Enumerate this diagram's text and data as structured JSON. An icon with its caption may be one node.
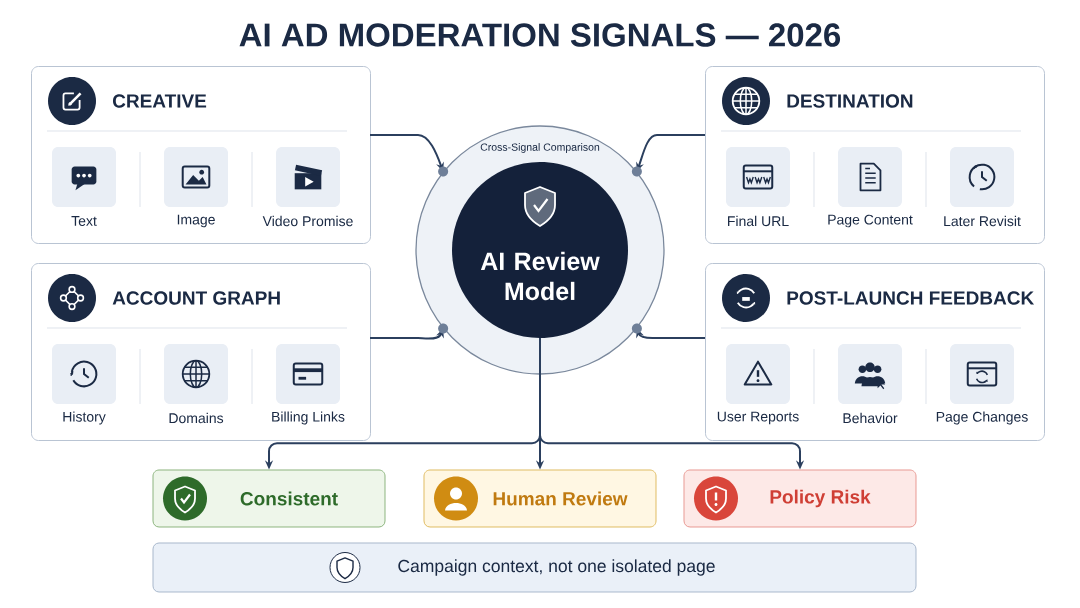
{
  "diagram": {
    "title": "AI AD MODERATION SIGNALS — 2026",
    "nodes": [
      {
        "text": [
          "CREATIVE"
        ]
      },
      {
        "text": [
          "Text"
        ],
        "in": 0
      },
      {
        "text": [
          "Image"
        ],
        "in": 0
      },
      {
        "text": [
          "Video Promise"
        ],
        "in": 0
      },
      {
        "text": [
          "Cross-Signal Comparison"
        ]
      },
      {
        "text": [
          "AI Review Model"
        ],
        "in": 4
      },
      {
        "text": [
          "DESTINATION"
        ]
      },
      {
        "text": [
          "Final URL"
        ],
        "in": 6
      },
      {
        "text": [
          "Page Content"
        ],
        "in": 6
      },
      {
        "text": [
          "Later Revisit"
        ],
        "in": 6
      },
      {
        "text": [
          "ACCOUNT GRAPH"
        ]
      },
      {
        "text": [
          "History"
        ],
        "in": 10
      },
      {
        "text": [
          "Domains"
        ],
        "in": 10
      },
      {
        "text": [
          "Billing Links"
        ],
        "in": 10
      },
      {
        "text": [
          "POST-LAUNCH FEEDBACK"
        ]
      },
      {
        "text": [
          "User Reports"
        ],
        "in": 14
      },
      {
        "text": [
          "Behavior"
        ],
        "in": 14
      },
      {
        "text": [
          "Page Changes"
        ],
        "in": 14
      },
      {
        "text": [
          "Consistent"
        ]
      },
      {
        "text": [
          "Human Review"
        ]
      },
      {
        "text": [
          "Policy Risk"
        ]
      },
      {
        "text": [
          "Campaign context, not one isolated page"
        ]
      }
    ],
    "edges": [
      {
        "from": 0,
        "to": 4,
        "arrow": "to"
      },
      {
        "from": 6,
        "to": 4,
        "arrow": "to"
      },
      {
        "from": 10,
        "to": 4,
        "arrow": "to"
      },
      {
        "from": 14,
        "to": 4,
        "arrow": "to"
      },
      {
        "from": 5,
        "to": 18,
        "arrow": "to"
      },
      {
        "from": 5,
        "to": 19,
        "arrow": "to"
      },
      {
        "from": 5,
        "to": 20,
        "arrow": "to"
      }
    ]
  }
}
